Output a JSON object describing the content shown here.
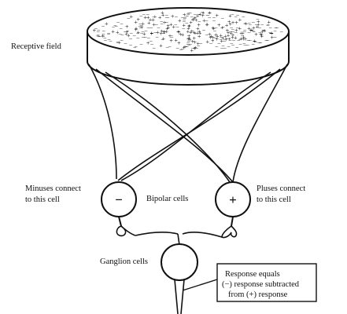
{
  "labels": {
    "receptive_field": "Receptive field",
    "minus_cell": [
      "Minuses connect",
      "to this cell"
    ],
    "plus_cell": [
      "Pluses connect",
      "to this cell"
    ],
    "bipolar": "Bipolar cells",
    "ganglion": "Ganglion cells",
    "response": [
      "Response equals",
      "(−) response subtracted",
      "from (+) response"
    ]
  },
  "signs": {
    "minus": "−",
    "plus": "+"
  }
}
